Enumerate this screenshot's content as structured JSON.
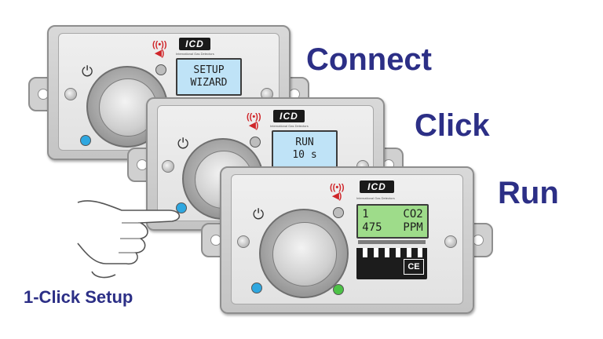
{
  "captions": {
    "connect": "Connect",
    "click": "Click",
    "run": "Run",
    "one_click": "1-Click Setup"
  },
  "devices": [
    {
      "screen_color": "blue",
      "lines": [
        "SETUP",
        "WIZARD"
      ]
    },
    {
      "screen_color": "blue",
      "lines": [
        "RUN",
        "10 s"
      ]
    },
    {
      "screen_color": "green",
      "rows": [
        [
          "1",
          "CO2"
        ],
        [
          "475",
          "PPM"
        ]
      ]
    }
  ],
  "brand": {
    "logo": "ICD",
    "tagline": "International Gas Detectors"
  },
  "label": {
    "ce_mark": "CE"
  },
  "icons": {
    "power": "power-icon",
    "alarm": "alarm-icon",
    "pointing_hand": "pointing-hand-icon"
  },
  "colors": {
    "caption": "#2c2f86",
    "lcd_blue": "#bfe3f7",
    "lcd_green": "#9edc8a",
    "led_blue": "#2ea7e0",
    "led_green": "#4cc246",
    "alarm_red": "#d0262a"
  }
}
